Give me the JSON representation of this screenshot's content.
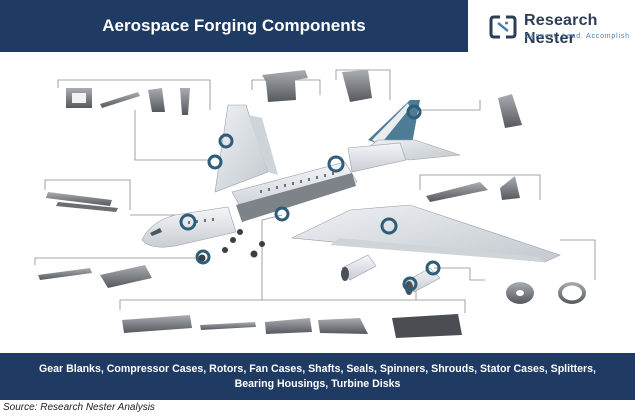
{
  "header": {
    "title": "Aerospace Forging Components"
  },
  "logo": {
    "name": "Research Nester",
    "tagline": "Connect. Lead. Accomplish"
  },
  "footer": {
    "line1": "Gear Blanks, Compressor Cases, Rotors, Fan Cases, Shafts, Seals, Spinners, Shrouds, Stator Cases, Splitters,",
    "line2": "Bearing Housings, Turbine Disks"
  },
  "source": "Source: Research Nester Analysis",
  "colors": {
    "header_bg": "#1f3a63",
    "highlight_ring": "#2e5d7a",
    "tail_accent": "#3c6e8a",
    "leader_line": "#888888"
  }
}
